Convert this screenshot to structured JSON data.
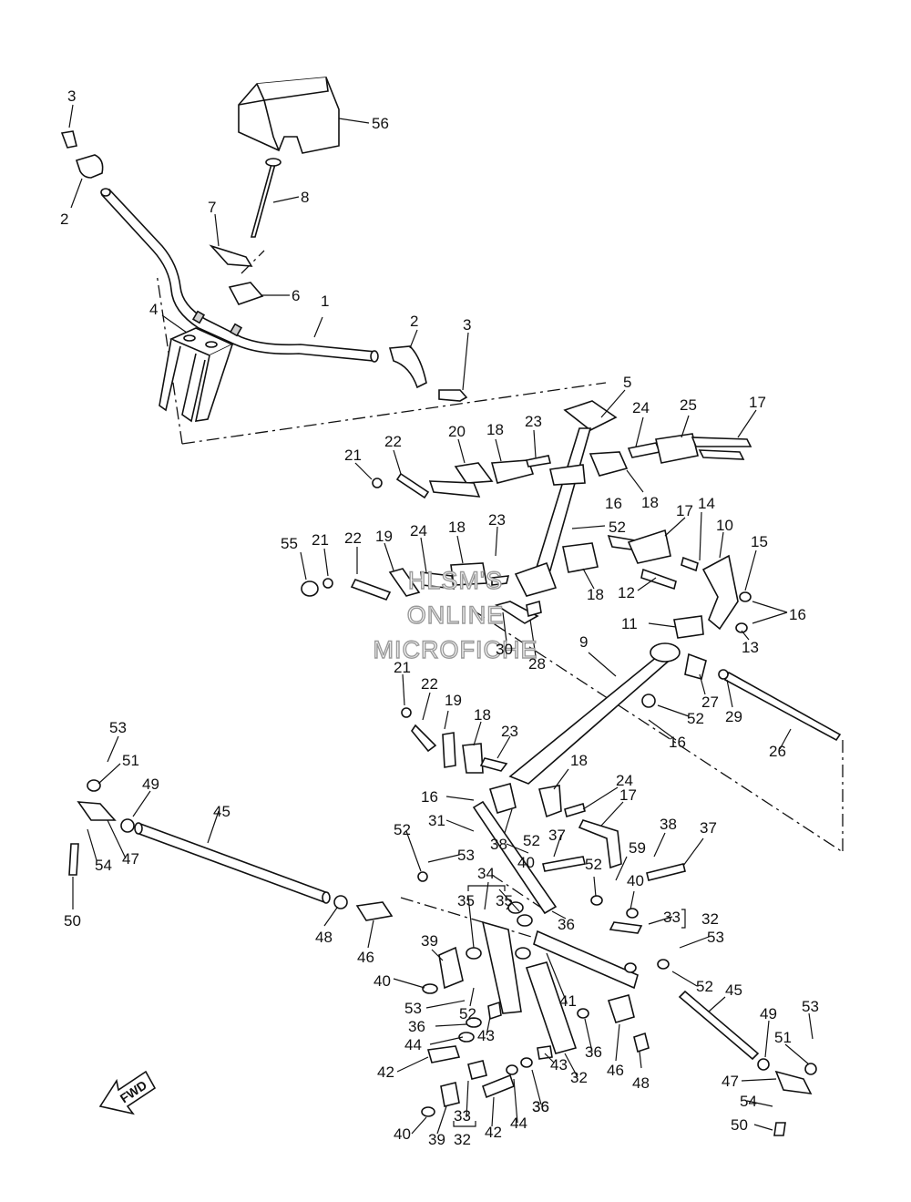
{
  "watermark": {
    "lines": [
      "HLSM'S",
      "ONLINE",
      "MICROFICHE"
    ]
  },
  "direction_marker": {
    "label": "FWD",
    "icon": "forward-arrow-icon"
  },
  "callouts": [
    "3",
    "2",
    "7",
    "8",
    "56",
    "6",
    "4",
    "1",
    "2",
    "3",
    "5",
    "24",
    "25",
    "17",
    "20",
    "18",
    "23",
    "21",
    "22",
    "18",
    "16",
    "52",
    "17",
    "14",
    "10",
    "15",
    "55",
    "21",
    "22",
    "19",
    "24",
    "18",
    "23",
    "18",
    "12",
    "16",
    "11",
    "13",
    "30",
    "28",
    "9",
    "21",
    "22",
    "19",
    "18",
    "23",
    "27",
    "29",
    "52",
    "16",
    "26",
    "53",
    "51",
    "49",
    "45",
    "54",
    "47",
    "50",
    "16",
    "31",
    "18",
    "24",
    "17",
    "52",
    "52",
    "53",
    "38",
    "37",
    "38",
    "37",
    "59",
    "40",
    "52",
    "34",
    "35",
    "35",
    "40",
    "33",
    "32",
    "36",
    "48",
    "46",
    "39",
    "53",
    "40",
    "53",
    "52",
    "52",
    "41",
    "45",
    "36",
    "44",
    "43",
    "36",
    "46",
    "48",
    "49",
    "53",
    "51",
    "47",
    "54",
    "50",
    "42",
    "43",
    "36",
    "32",
    "44",
    "42",
    "33",
    "32",
    "40",
    "39",
    "36"
  ]
}
